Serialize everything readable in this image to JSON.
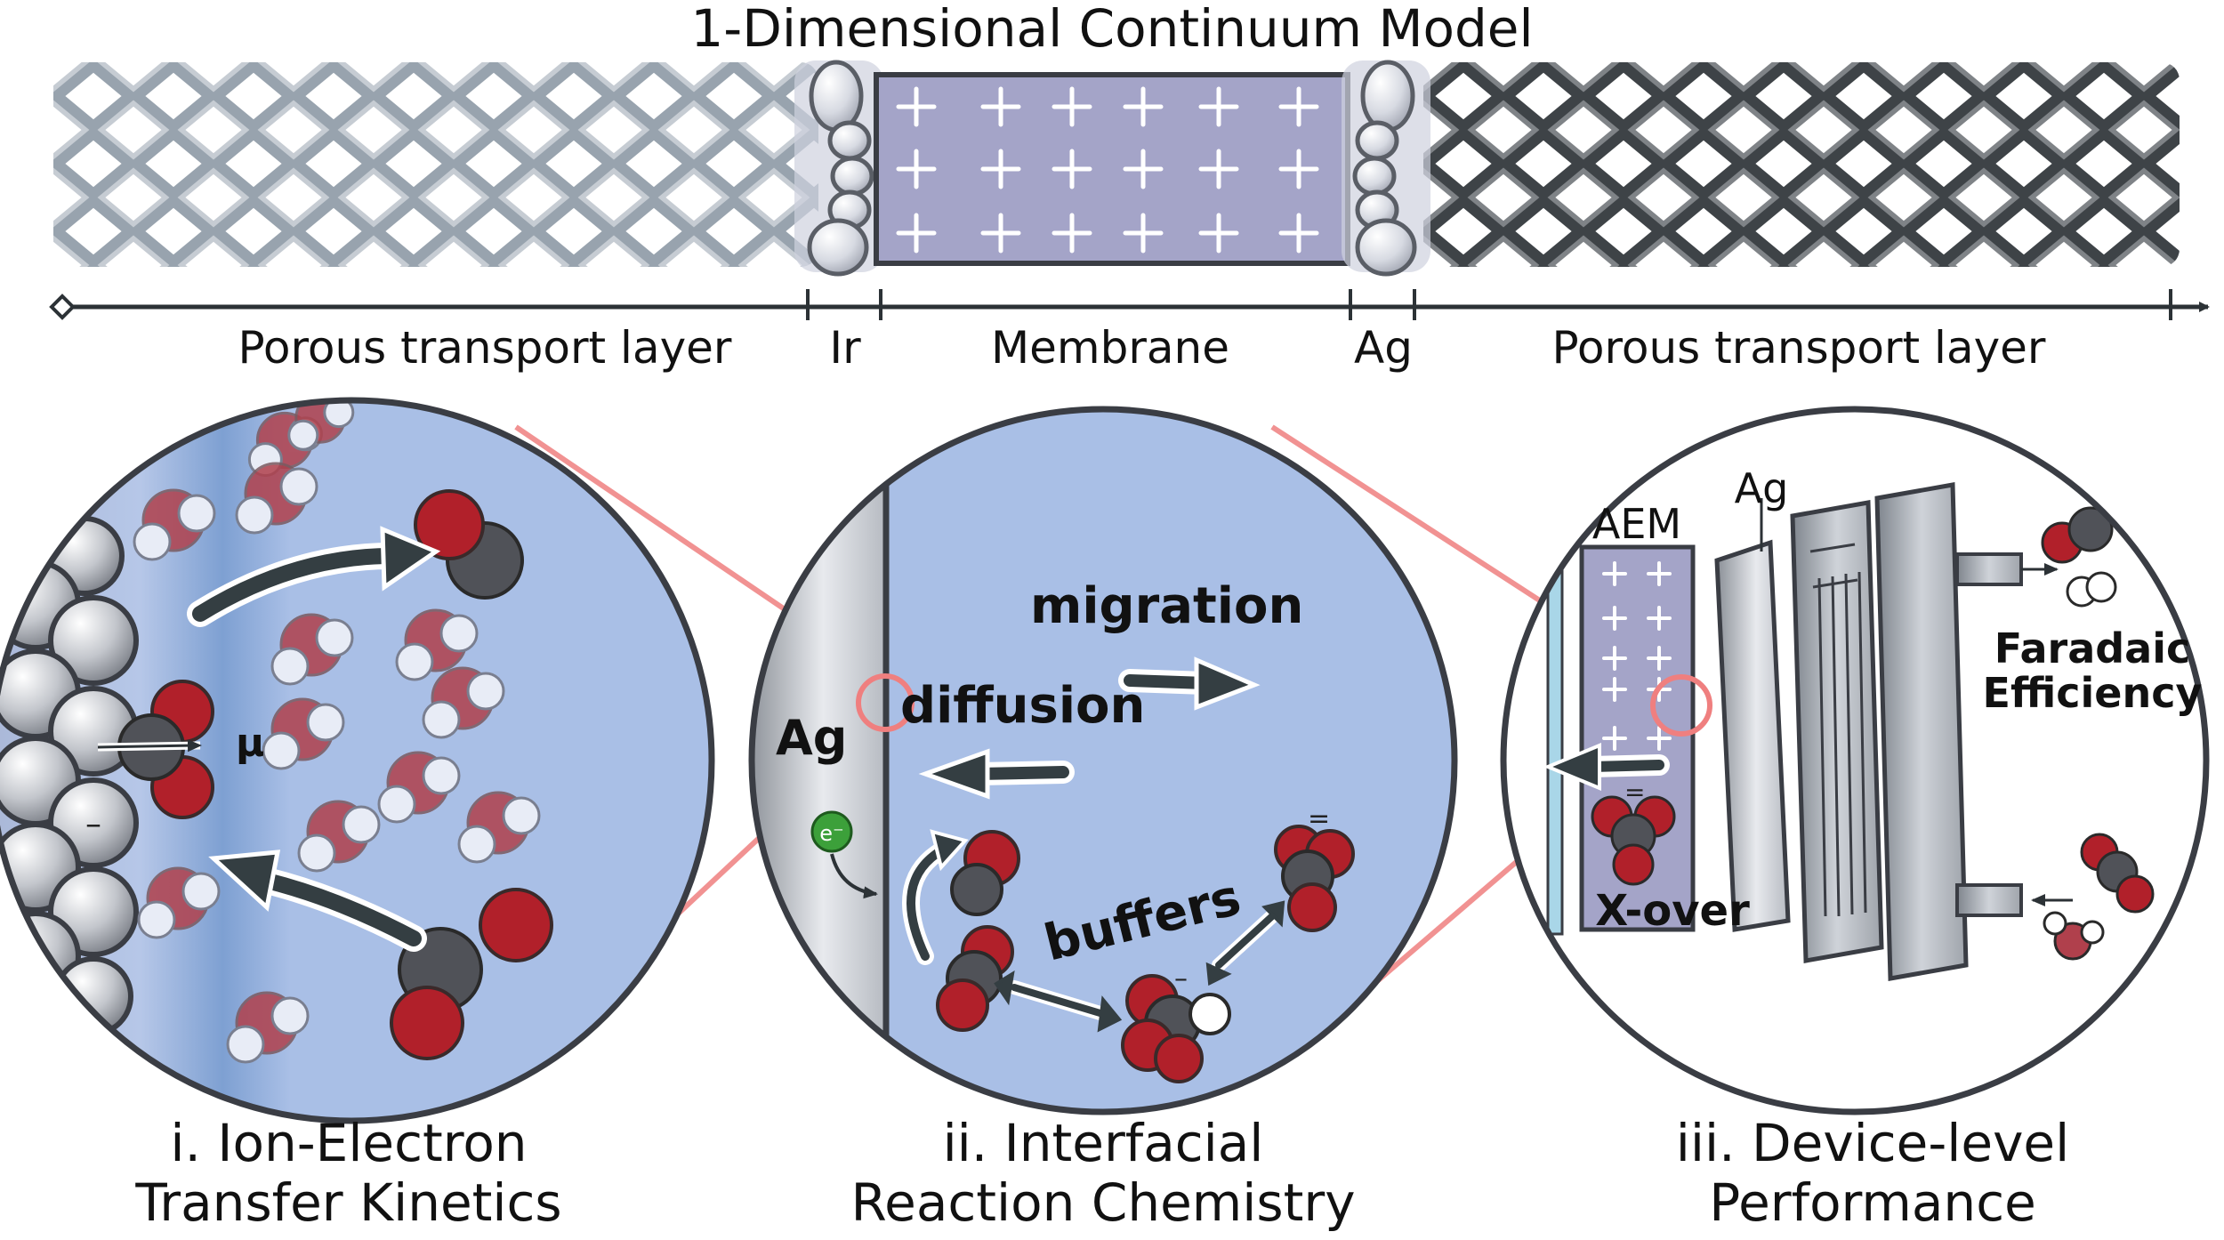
{
  "title": "1-Dimensional Continuum Model",
  "axis": {
    "labels": [
      "Porous transport layer",
      "Ir",
      "Membrane",
      "Ag",
      "Porous transport layer"
    ]
  },
  "panel1": {
    "mu": "μ",
    "minus": "–",
    "caption1": "i. Ion-Electron",
    "caption2": "Transfer Kinetics"
  },
  "panel2": {
    "migration": "migration",
    "diffusion": "diffusion",
    "ag": "Ag",
    "electron": "e⁻",
    "buffers": "buffers",
    "minus": "–",
    "doubleminus": "=",
    "caption1": "ii. Interfacial",
    "caption2": "Reaction Chemistry"
  },
  "panel3": {
    "aem": "AEM",
    "ag": "Ag",
    "faradaic1": "Faradaic",
    "faradaic2": "Efficiency",
    "xover": "X-over",
    "doubleminus": "=",
    "caption1": "iii. Device-level",
    "caption2": "Performance"
  },
  "colors": {
    "ptl_light": "#8e9aa6",
    "ptl_dark": "#3c4145",
    "membrane": "#a4a4c8",
    "electrolyte": "#a9bfe6",
    "water_red": "#b0404c",
    "oxygen_red": "#b1202a",
    "carbon_gray": "#505258",
    "arrow_dark": "#343e42",
    "zoom_line": "#ef7f7f",
    "electron_green": "#3ca03a"
  }
}
